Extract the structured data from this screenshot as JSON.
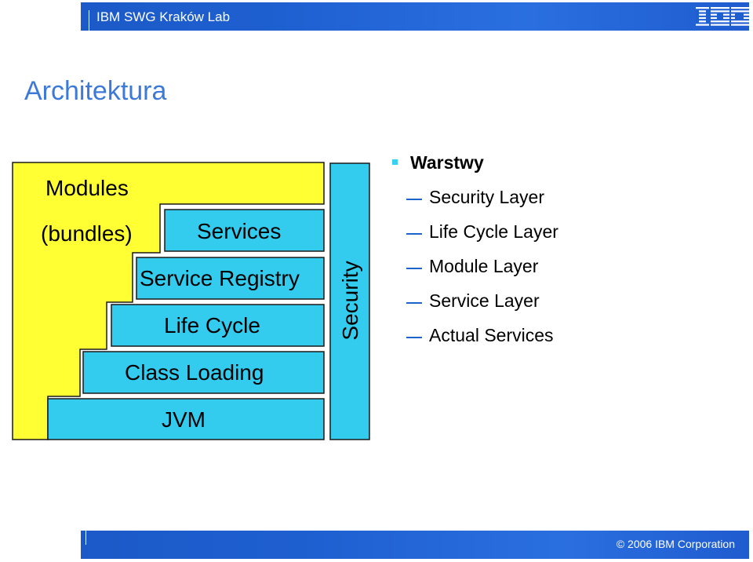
{
  "header": {
    "lab_title": "IBM SWG Kraków Lab",
    "logo_icon": "ibm-logo-icon"
  },
  "slide": {
    "title": "Architektura"
  },
  "diagram": {
    "modules_label_1": "Modules",
    "modules_label_2": "(bundles)",
    "security_label": "Security",
    "layers": [
      "Services",
      "Service Registry",
      "Life Cycle",
      "Class Loading",
      "JVM"
    ],
    "colors": {
      "modules_fill": "#ffff33",
      "layer_fill": "#33ccee",
      "border": "#1a1a1a"
    }
  },
  "bullets": {
    "main": "Warstwy",
    "bullet_icon": "square-bullet-icon",
    "sub_icon": "dash-icon",
    "items": [
      "Security Layer",
      "Life Cycle Layer",
      "Module Layer",
      "Service Layer",
      "Actual Services"
    ]
  },
  "footer": {
    "copyright": "© 2006 IBM Corporation"
  }
}
